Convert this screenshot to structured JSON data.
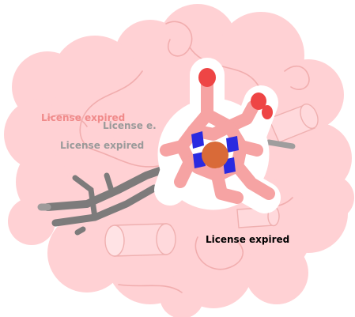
{
  "watermarks": [
    {
      "text": "License expired",
      "color": "#f08a8a"
    },
    {
      "text": "License e.",
      "color": "#9a9a9a"
    },
    {
      "text": "License expired",
      "color": "#9a9a9a"
    },
    {
      "text": "License expired",
      "color": "#000000"
    }
  ],
  "colors": {
    "surface": "#ffc8cc",
    "ligand_carbon": "#f8a0a0",
    "ligand_oxygen": "#ee4444",
    "ring_nitrogen": "#2a2ae0",
    "metal_center": "#d86a3a",
    "cofactor": "#7a7a7a"
  }
}
